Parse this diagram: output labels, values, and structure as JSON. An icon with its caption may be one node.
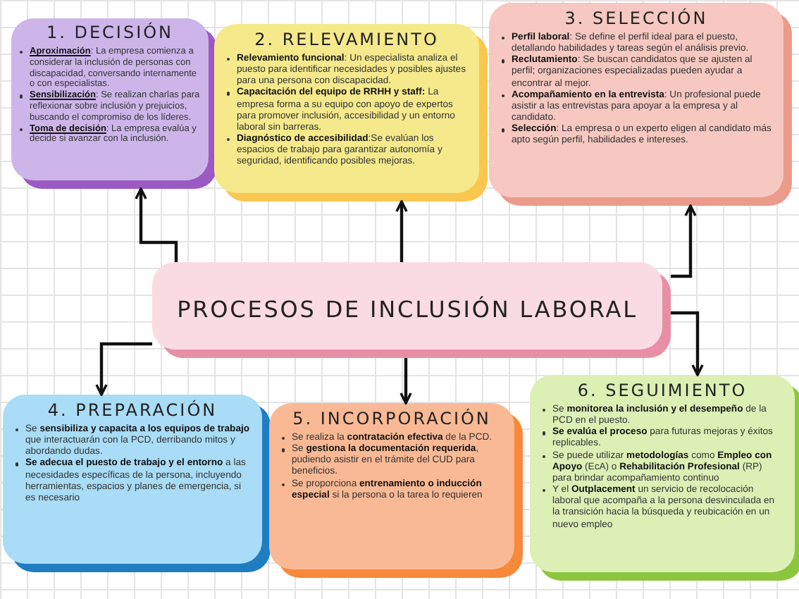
{
  "diagram": {
    "nodes": [
      {
        "text": [
          "1. DECISIÓN",
          "**Aproximación**: La empresa comienza a considerar la inclusión de personas con discapacidad, conversando internamente o con especialistas.",
          "**Sensibilización**: Se realizan charlas para reflexionar sobre inclusión y prejuicios, buscando el compromiso de los líderes.",
          "**Toma de decisión**: La empresa evalúa y decide si avanzar con la inclusión."
        ]
      },
      {
        "text": [
          "2. RELEVAMIENTO",
          "**Relevamiento funcional**: Un especialista analiza el puesto para identificar necesidades y posibles ajustes para una persona con discapacidad.",
          "**Capacitación del equipo de RRHH y staff:** La empresa forma a su equipo con apoyo de expertos para promover inclusión, accesibilidad y un entorno laboral sin barreras.",
          "**Diagnóstico de accesibilidad**:Se evalúan los espacios de trabajo para garantizar autonomía y seguridad, identificando posibles mejoras."
        ]
      },
      {
        "text": [
          "3. SELECCIÓN",
          "**Perfil laboral**: Se define el perfil ideal para el puesto, detallando habilidades y tareas según el análisis previo.",
          "**Reclutamiento**: Se buscan candidatos que se ajusten al perfil; organizaciones especializadas pueden ayudar a encontrar al mejor.",
          "**Acompañamiento en la entrevista**: Un profesional puede asistir a las entrevistas para apoyar a la empresa y al candidato.",
          "**Selección**: La empresa o un experto eligen al candidato más apto según perfil, habilidades e intereses."
        ]
      },
      {
        "text": [
          "PROCESOS DE INCLUSIÓN LABORAL"
        ]
      },
      {
        "text": [
          "4. PREPARACIÓN",
          "Se **sensibiliza y capacita a los equipos de trabajo** que interactuarán con la PCD, derribando mitos y abordando dudas.",
          "**Se adecua el puesto de trabajo y el entorno** a las necesidades específicas de la persona, incluyendo herramientas, espacios y planes de emergencia, si es necesario"
        ]
      },
      {
        "text": [
          "5. INCORPORACIÓN",
          "Se realiza la **contratación efectiva** de la PCD.",
          "Se **gestiona la documentación requerida**, pudiendo asistir en el trámite del CUD para beneficios.",
          "Se proporciona **entrenamiento o inducción especial** si la persona o la tarea lo requieren"
        ]
      },
      {
        "text": [
          "6. SEGUIMIENTO",
          "Se **monitorea la inclusión y el desempeño** de la PCD en el puesto.",
          "**Se evalúa el proceso** para futuras mejoras y éxitos replicables.",
          "Se puede utilizar **metodologías** como **Empleo con Apoyo** (EcA) o **Rehabilitación Profesional** (RP) para brindar acompañamiento continuo",
          "Y el **Outplacement** un servicio de recolocación laboral que acompaña a la persona desvinculada en la transición hacia la búsqueda y reubicación en un nuevo empleo"
        ]
      }
    ],
    "edges": [
      {
        "from": 3,
        "to": 0,
        "arrow": "to"
      },
      {
        "from": 3,
        "to": 1,
        "arrow": "to"
      },
      {
        "from": 3,
        "to": 2,
        "arrow": "to"
      },
      {
        "from": 3,
        "to": 4,
        "arrow": "to"
      },
      {
        "from": 3,
        "to": 5,
        "arrow": "to"
      },
      {
        "from": 3,
        "to": 6,
        "arrow": "to"
      }
    ]
  }
}
